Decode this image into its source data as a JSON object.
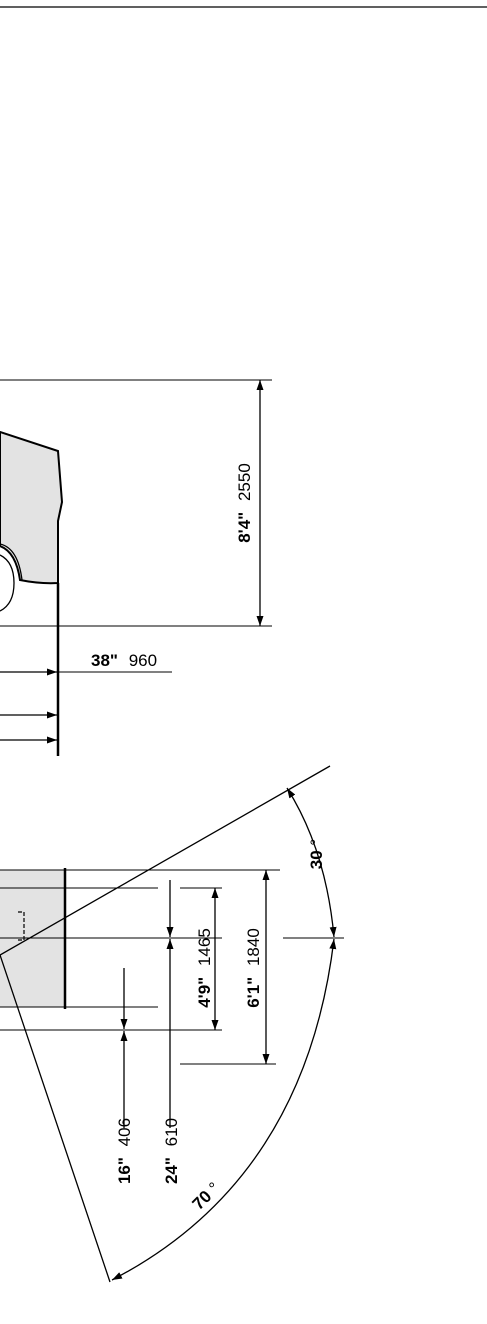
{
  "colors": {
    "line": "#000000",
    "body_fill": "#e3e3e3",
    "background": "#ffffff"
  },
  "dimensions": {
    "height_overall": {
      "imperial": "8'4\"",
      "metric": "2550"
    },
    "front_overhang": {
      "imperial": "38\"",
      "metric": "960"
    },
    "width_inner": {
      "imperial": "4'9\"",
      "metric": "1465"
    },
    "width_outer": {
      "imperial": "6'1\"",
      "metric": "1840"
    },
    "offset_small": {
      "imperial": "16\"",
      "metric": "406"
    },
    "offset_large": {
      "imperial": "24\"",
      "metric": "610"
    },
    "angle_upper": {
      "value": "30",
      "unit": "°"
    },
    "angle_lower": {
      "value": "70",
      "unit": "°"
    }
  }
}
